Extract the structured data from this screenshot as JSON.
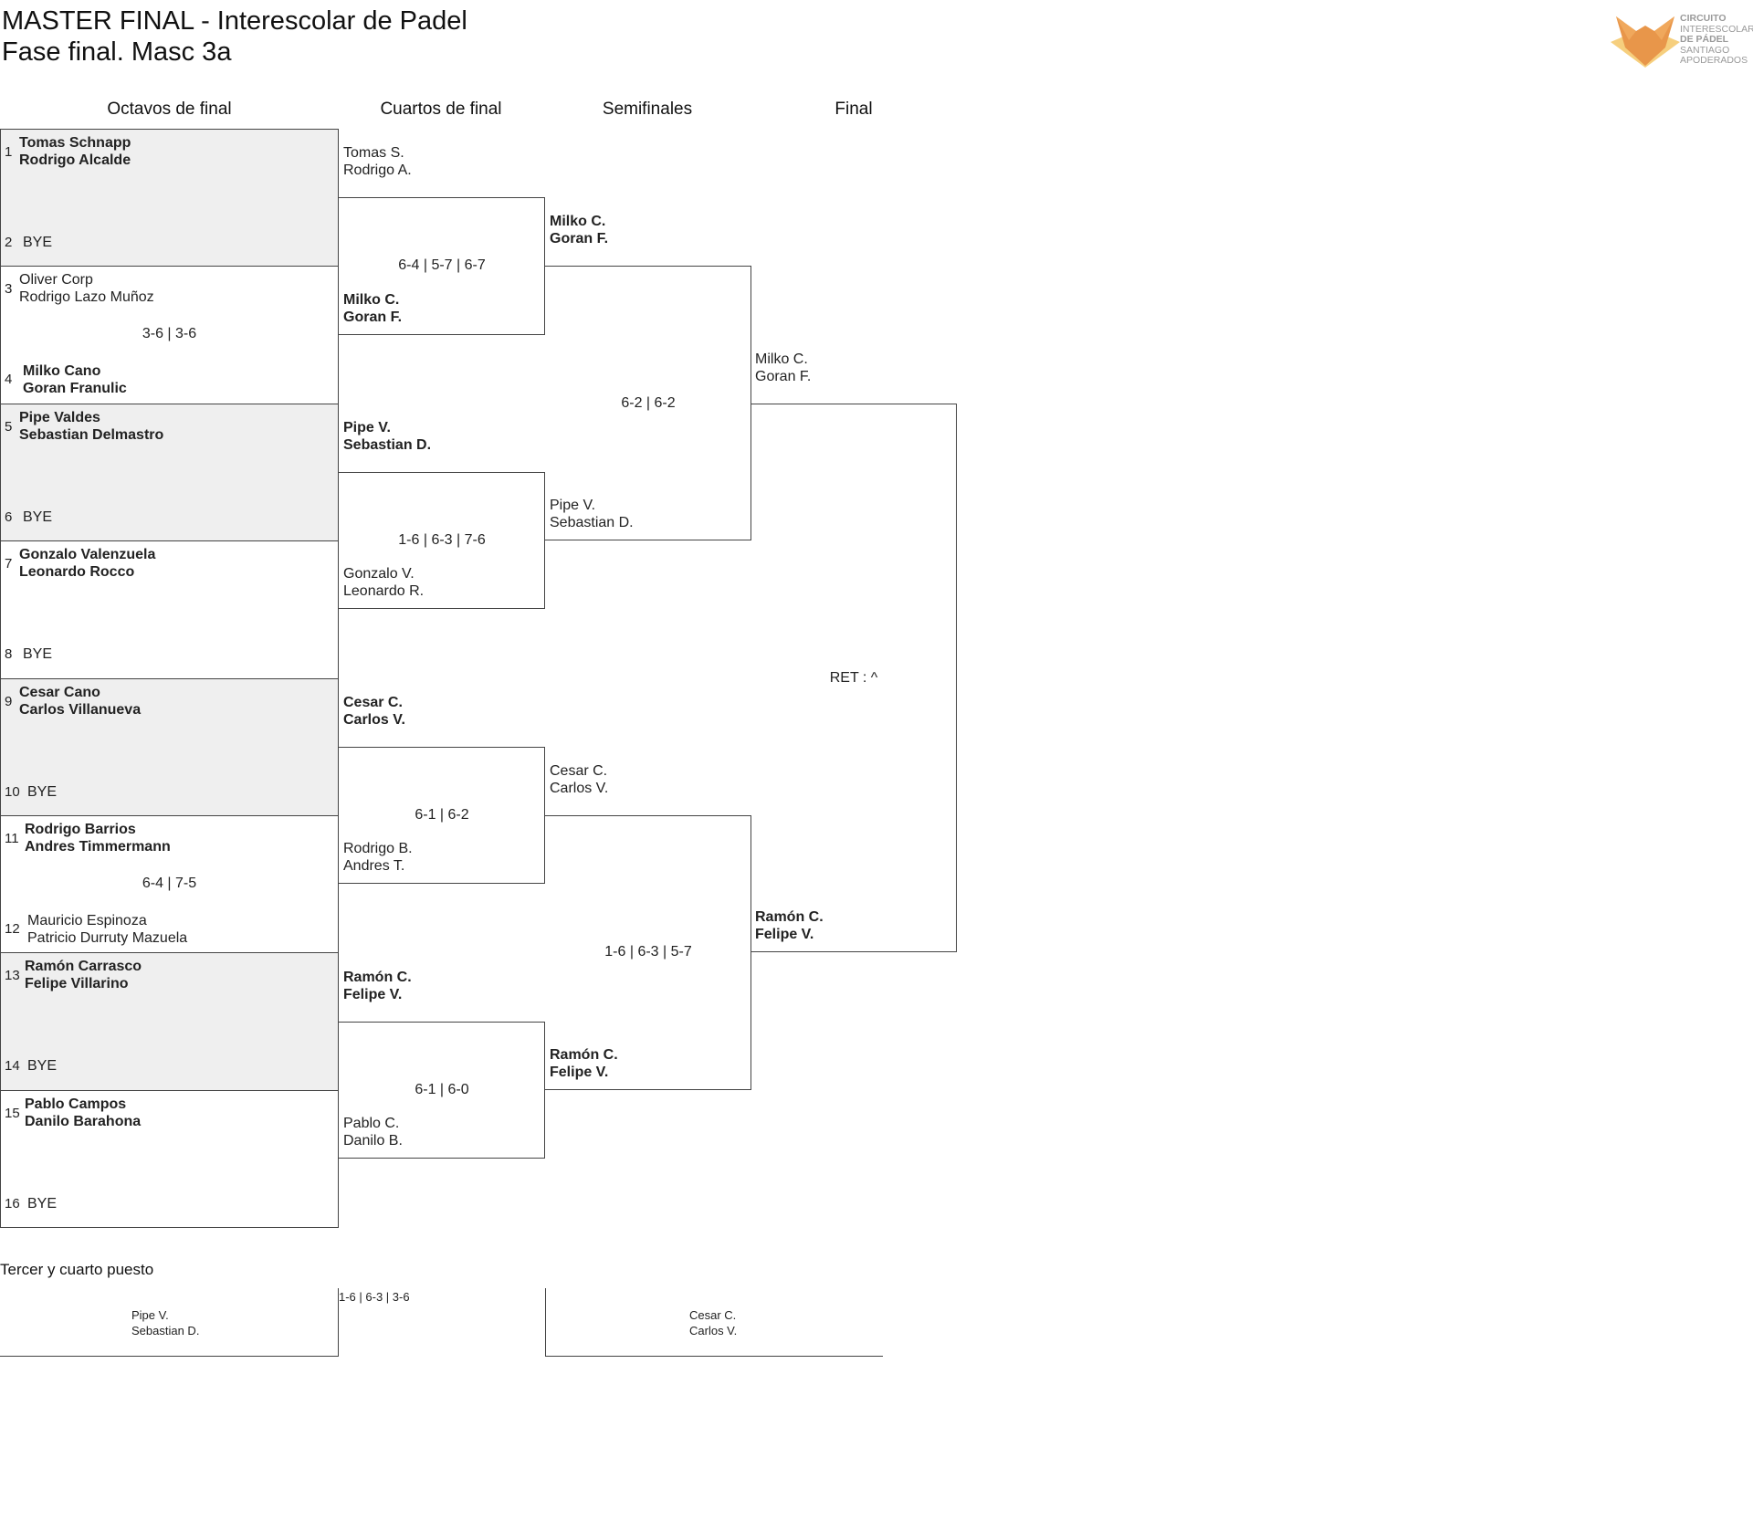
{
  "header": {
    "title": "MASTER FINAL - Interescolar de Padel",
    "subtitle": "Fase final. Masc 3a"
  },
  "logo": {
    "line1": "CIRCUITO",
    "line2": "INTERESCOLAR",
    "line3": "DE PÁDEL",
    "line4": "SANTIAGO",
    "line5": "APODERADOS",
    "colors": {
      "fox_dark": "#e8964a",
      "fox_light": "#f6cf7e"
    }
  },
  "columns": {
    "r16": "Octavos de final",
    "qf": "Cuartos de final",
    "sf": "Semifinales",
    "final": "Final"
  },
  "r16": [
    {
      "seed_a": "1",
      "a1": "Tomas Schnapp",
      "a2": "Rodrigo Alcalde",
      "a_win": true,
      "seed_b": "2",
      "b1": "BYE",
      "b2": "",
      "b_win": false,
      "score": "",
      "shaded": true
    },
    {
      "seed_a": "3",
      "a1": "Oliver Corp",
      "a2": "Rodrigo Lazo Muñoz",
      "a_win": false,
      "seed_b": "4",
      "b1": "Milko Cano",
      "b2": "Goran Franulic",
      "b_win": true,
      "score": "3-6 | 3-6",
      "shaded": false
    },
    {
      "seed_a": "5",
      "a1": "Pipe Valdes",
      "a2": "Sebastian Delmastro",
      "a_win": true,
      "seed_b": "6",
      "b1": "BYE",
      "b2": "",
      "b_win": false,
      "score": "",
      "shaded": true
    },
    {
      "seed_a": "7",
      "a1": "Gonzalo Valenzuela",
      "a2": "Leonardo Rocco",
      "a_win": true,
      "seed_b": "8",
      "b1": "BYE",
      "b2": "",
      "b_win": false,
      "score": "",
      "shaded": false
    },
    {
      "seed_a": "9",
      "a1": "Cesar Cano",
      "a2": "Carlos Villanueva",
      "a_win": true,
      "seed_b": "10",
      "b1": "BYE",
      "b2": "",
      "b_win": false,
      "score": "",
      "shaded": true
    },
    {
      "seed_a": "11",
      "a1": "Rodrigo Barrios",
      "a2": "Andres Timmermann",
      "a_win": true,
      "seed_b": "12",
      "b1": "Mauricio Espinoza",
      "b2": "Patricio Durruty Mazuela",
      "b_win": false,
      "score": "6-4 | 7-5",
      "shaded": false
    },
    {
      "seed_a": "13",
      "a1": "Ramón Carrasco",
      "a2": "Felipe Villarino",
      "a_win": true,
      "seed_b": "14",
      "b1": "BYE",
      "b2": "",
      "b_win": false,
      "score": "",
      "shaded": true
    },
    {
      "seed_a": "15",
      "a1": "Pablo Campos",
      "a2": "Danilo Barahona",
      "a_win": true,
      "seed_b": "16",
      "b1": "BYE",
      "b2": "",
      "b_win": false,
      "score": "",
      "shaded": false
    }
  ],
  "qf": [
    {
      "a1": "Tomas S.",
      "a2": "Rodrigo A.",
      "a_win": false,
      "b1": "Milko C.",
      "b2": "Goran F.",
      "b_win": true,
      "score": "6-4 | 5-7 | 6-7"
    },
    {
      "a1": "Pipe V.",
      "a2": "Sebastian D.",
      "a_win": true,
      "b1": "Gonzalo V.",
      "b2": "Leonardo R.",
      "b_win": false,
      "score": "1-6 | 6-3 | 7-6"
    },
    {
      "a1": "Cesar C.",
      "a2": "Carlos V.",
      "a_win": true,
      "b1": "Rodrigo B.",
      "b2": "Andres T.",
      "b_win": false,
      "score": "6-1 | 6-2"
    },
    {
      "a1": "Ramón C.",
      "a2": "Felipe V.",
      "a_win": true,
      "b1": "Pablo C.",
      "b2": "Danilo B.",
      "b_win": false,
      "score": "6-1 | 6-0"
    }
  ],
  "sf": [
    {
      "a1": "Milko C.",
      "a2": "Goran F.",
      "a_win": true,
      "b1": "Pipe V.",
      "b2": "Sebastian D.",
      "b_win": false,
      "score": "6-2 | 6-2"
    },
    {
      "a1": "Cesar C.",
      "a2": "Carlos V.",
      "a_win": false,
      "b1": "Ramón C.",
      "b2": "Felipe V.",
      "b_win": true,
      "score": "1-6 | 6-3 | 5-7"
    }
  ],
  "final": {
    "a1": "Milko C.",
    "a2": "Goran F.",
    "a_win": false,
    "b1": "Ramón C.",
    "b2": "Felipe V.",
    "b_win": true,
    "score": "RET : ^"
  },
  "third_place": {
    "title": "Tercer y cuarto puesto",
    "score": "1-6 | 6-3 | 3-6",
    "a1": "Pipe V.",
    "a2": "Sebastian D.",
    "b1": "Cesar C.",
    "b2": "Carlos V."
  }
}
